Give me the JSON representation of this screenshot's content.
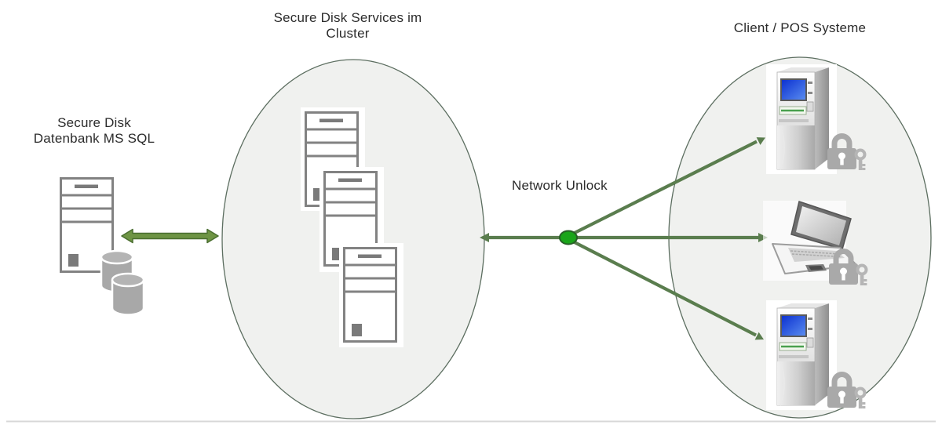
{
  "labels": {
    "database": {
      "line1": "Secure Disk",
      "line2": "Datenbank MS SQL"
    },
    "cluster": {
      "line1": "Secure Disk Services im",
      "line2": "Cluster"
    },
    "network": {
      "label": "Network Unlock"
    },
    "clients": {
      "label": "Client / POS Systeme"
    }
  },
  "colors": {
    "connector_green": "#5a7d4e",
    "sync_arrow_fill": "#6e9444",
    "sync_arrow_stroke": "#4a6e30",
    "network_node_fill": "#1aa51a",
    "network_node_stroke": "#265f26",
    "ellipse_fill": "#f0f1ef",
    "ellipse_stroke": "#5c6e60",
    "server_outline_gray": "#828282",
    "server_detail_gray": "#7a7a7a",
    "cylinder_gray": "#a8a8a8",
    "lock_gray": "#a9a9a9",
    "pos_screen_blue": "#1437c8",
    "divider_gray": "#d8d8d8",
    "text": "#2b2b2b"
  },
  "icons": {
    "database_server": "server-tower-icon",
    "database_storage": "database-cylinder-icon",
    "cluster_servers": "server-tower-icon",
    "client_top": "pos-terminal-icon",
    "client_middle": "laptop-icon",
    "client_bottom": "pos-terminal-icon",
    "client_badge": "lock-and-key-icon",
    "network_node": "network-node-dot",
    "database_link": "double-arrow-icon"
  }
}
